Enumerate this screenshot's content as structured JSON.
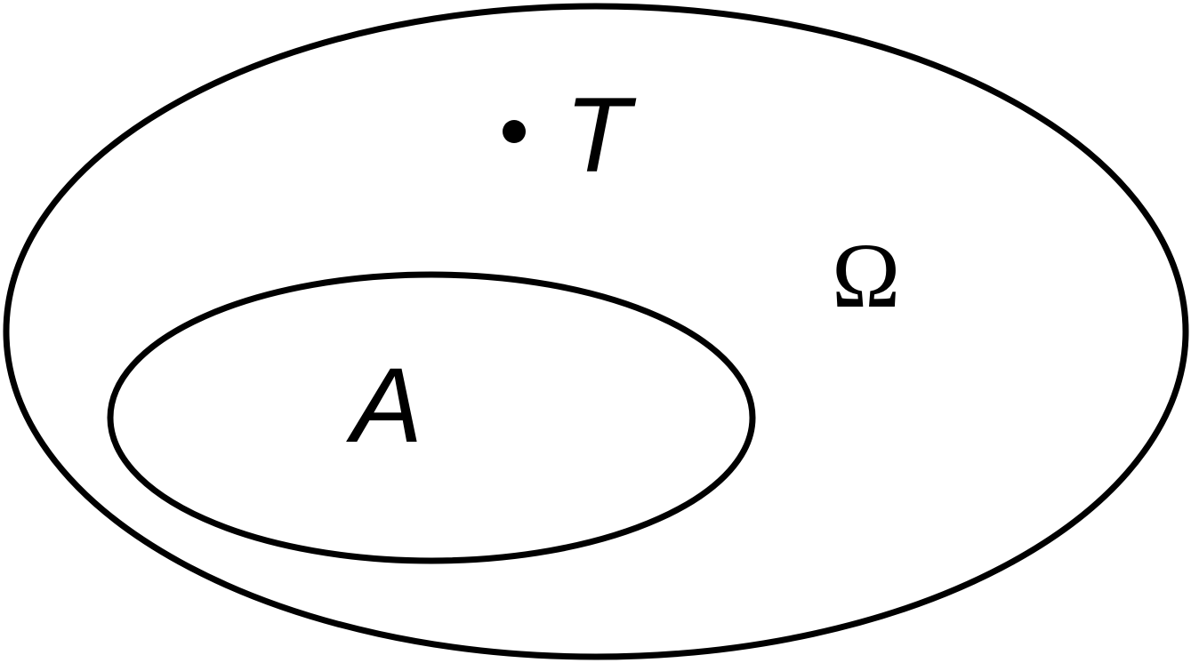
{
  "diagram": {
    "outer_set": {
      "label": "Ω"
    },
    "inner_set": {
      "label": "A"
    },
    "point": {
      "label": "T"
    }
  }
}
